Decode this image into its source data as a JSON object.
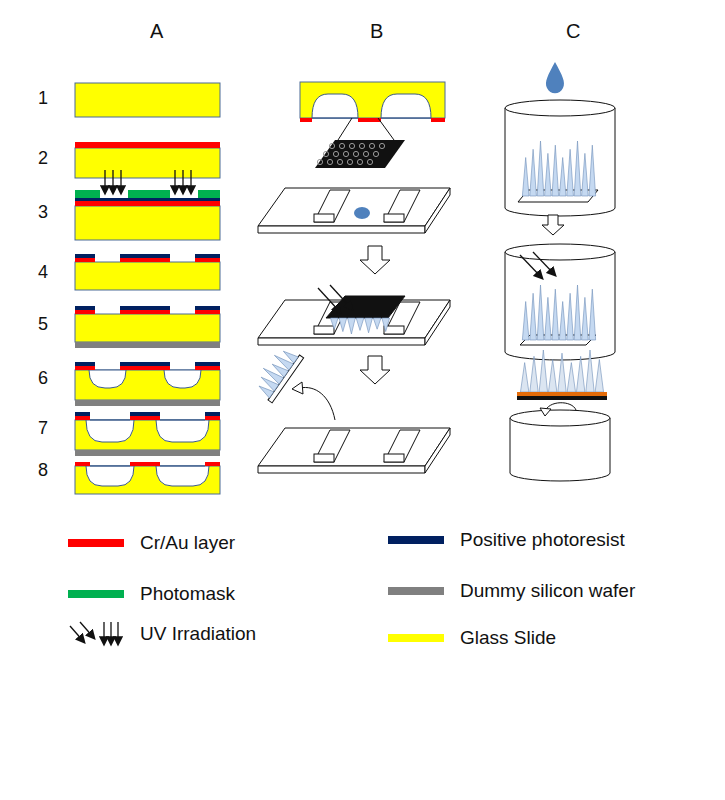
{
  "diagram": {
    "labels": [
      "A",
      "B",
      "C",
      "1",
      "2",
      "3",
      "4",
      "5",
      "6",
      "7",
      "8"
    ],
    "legend": [
      {
        "text": "Cr/Au layer",
        "color": "#ff0000"
      },
      {
        "text": "Photomask",
        "color": "#00b050"
      },
      {
        "text": "UV Irradiation"
      },
      {
        "text": "Positive photoresist",
        "color": "#002060"
      },
      {
        "text": "Dummy silicon wafer",
        "color": "#808080"
      },
      {
        "text": "Glass Slide",
        "color": "#ffff00"
      }
    ]
  }
}
